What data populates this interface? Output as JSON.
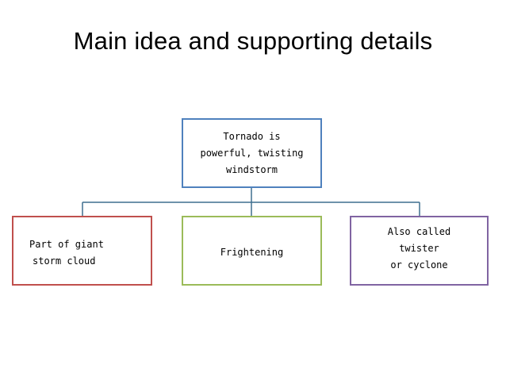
{
  "title": "Main idea and supporting details",
  "colors": {
    "root_border": "#4f81bd",
    "left_border": "#c0504d",
    "middle_border": "#9bbb59",
    "right_border": "#8064a2",
    "connector": "#3f6f8f"
  },
  "nodes": {
    "main_idea": {
      "lines": [
        "Tornado is",
        "powerful, twisting",
        "windstorm"
      ]
    },
    "detail_left": {
      "lines": [
        "Part of giant",
        "storm cloud"
      ]
    },
    "detail_middle": {
      "lines": [
        "Frightening"
      ]
    },
    "detail_right": {
      "lines": [
        "Also called",
        "twister",
        "or cyclone"
      ]
    }
  }
}
